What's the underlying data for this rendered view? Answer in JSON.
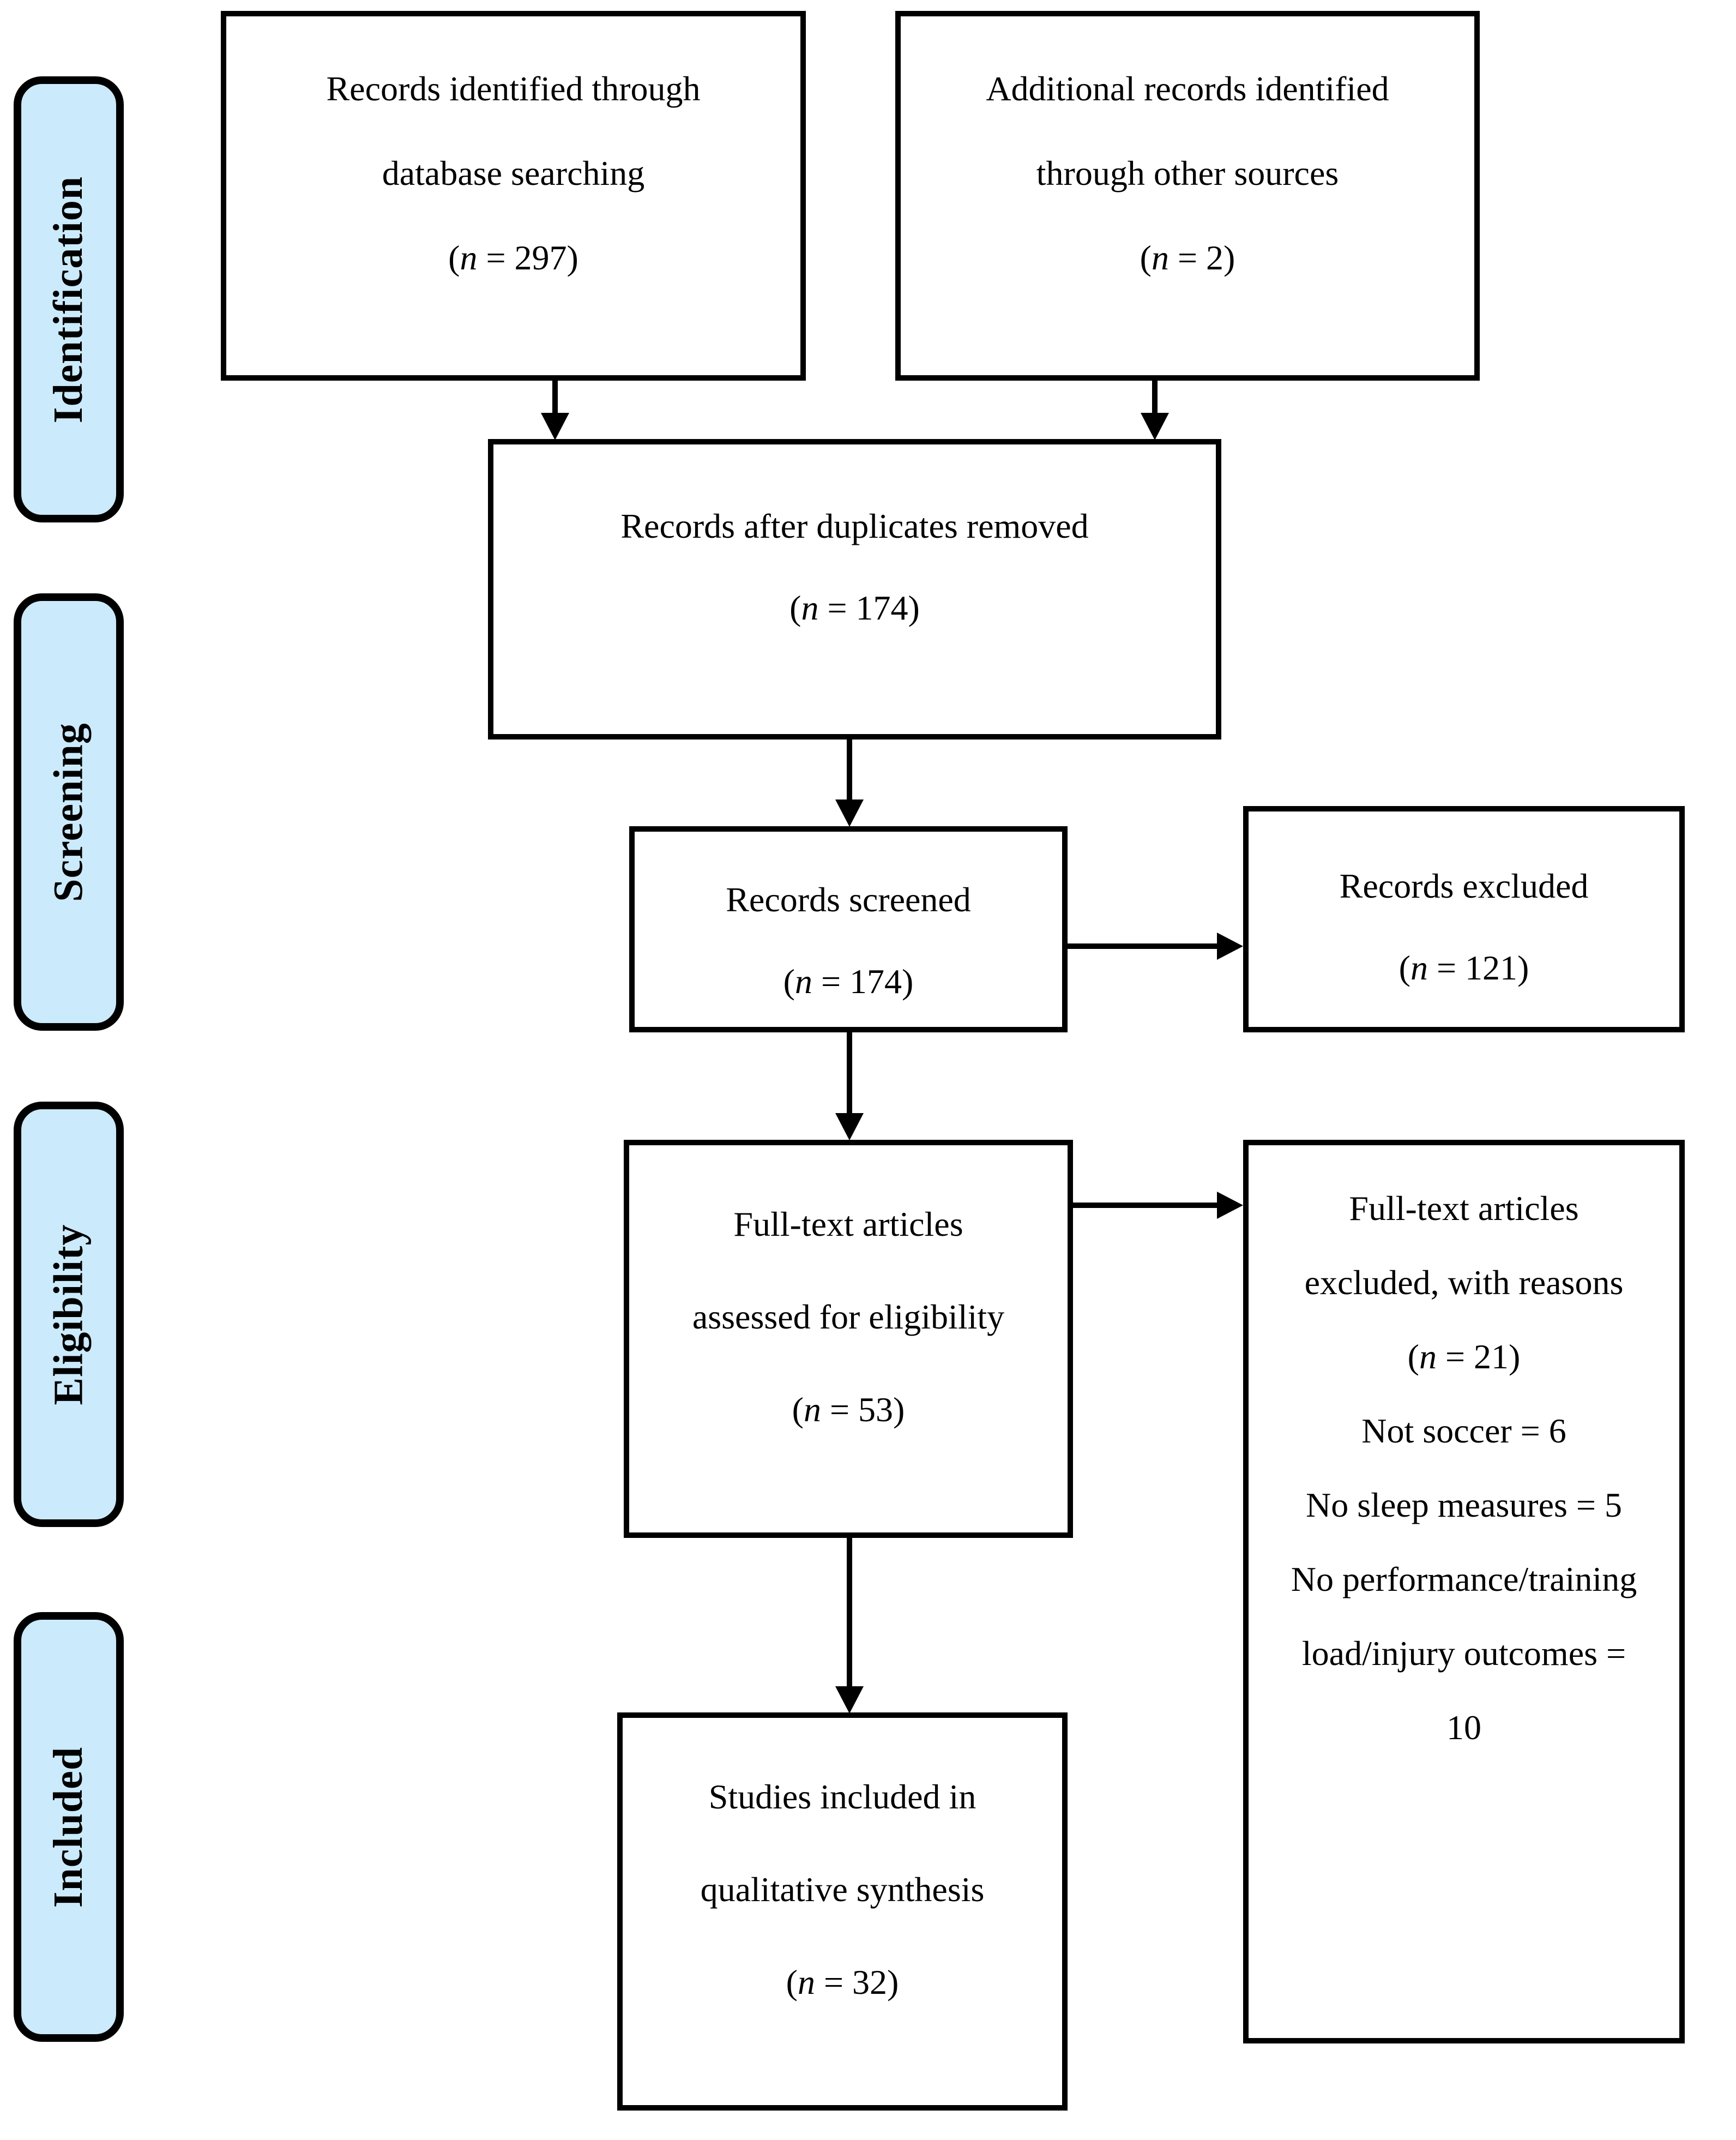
{
  "colors": {
    "stage_fill": "#CBEAFB",
    "line_color": "#000000",
    "background": "#FFFFFF"
  },
  "stages": {
    "identification": "Identification",
    "screening": "Screening",
    "eligibility": "Eligibility",
    "included": "Included"
  },
  "boxes": {
    "records_identified": {
      "lines": [
        "Records identified through",
        "database searching",
        {
          "pre": "(",
          "n": "n",
          "post": " = 297)"
        }
      ]
    },
    "additional_records": {
      "lines": [
        "Additional records identified",
        "through other sources",
        {
          "pre": "(",
          "n": "n",
          "post": " = 2)"
        }
      ]
    },
    "duplicates_removed": {
      "lines": [
        "Records after duplicates removed",
        {
          "pre": "(",
          "n": "n",
          "post": " = 174)"
        }
      ]
    },
    "records_screened": {
      "lines": [
        "Records screened",
        {
          "pre": "(",
          "n": "n",
          "post": " = 174)"
        }
      ]
    },
    "records_excluded": {
      "lines": [
        "Records excluded",
        {
          "pre": "(",
          "n": "n",
          "post": " = 121)"
        }
      ]
    },
    "fulltext_assessed": {
      "lines": [
        "Full-text articles",
        "assessed for eligibility",
        {
          "pre": "(",
          "n": "n",
          "post": " = 53)"
        }
      ]
    },
    "fulltext_excluded": {
      "lines": [
        "Full-text articles",
        "excluded, with reasons",
        {
          "pre": "(",
          "n": "n",
          "post": " = 21)"
        },
        "Not soccer = 6",
        "No sleep measures = 5",
        "No performance/training",
        "load/injury outcomes =",
        "10"
      ]
    },
    "studies_included": {
      "lines": [
        "Studies included in",
        "qualitative synthesis",
        {
          "pre": "(",
          "n": "n",
          "post": " = 32)"
        }
      ]
    }
  }
}
